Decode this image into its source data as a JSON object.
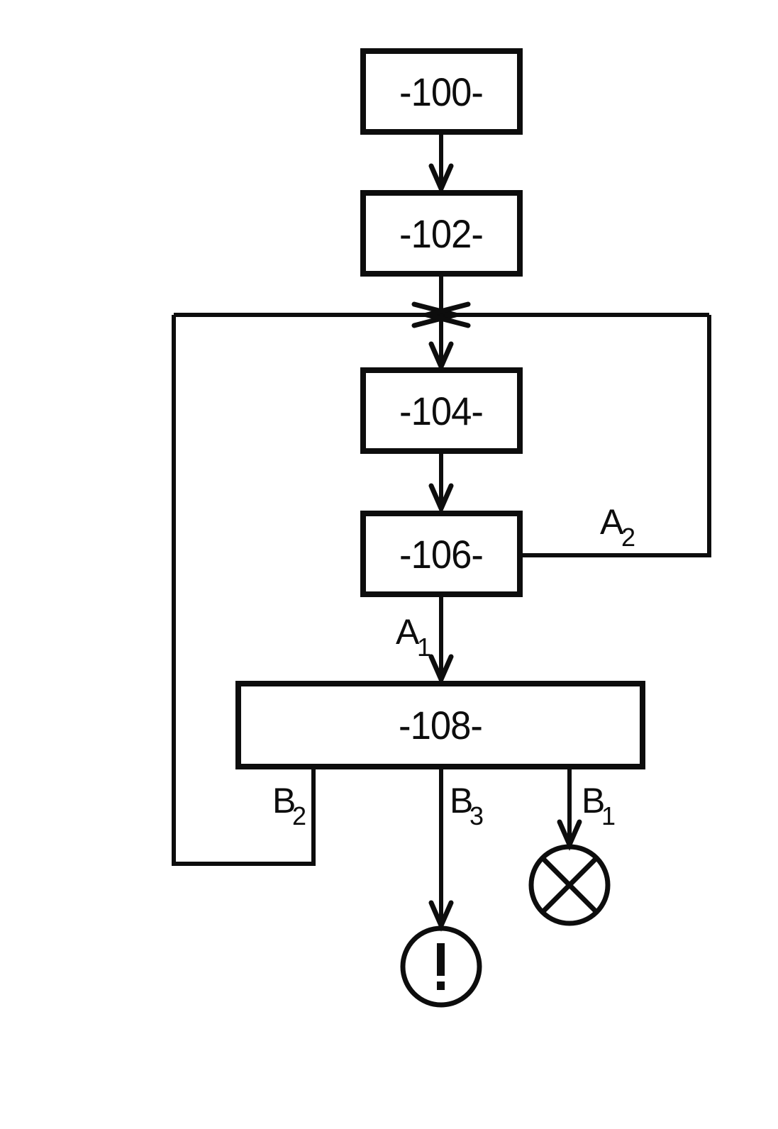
{
  "figure": {
    "background": "#ffffff",
    "ink": "#0d0d0d",
    "nodes": [
      {
        "id": "100",
        "label": "-100-"
      },
      {
        "id": "102",
        "label": "-102-"
      },
      {
        "id": "104",
        "label": "-104-"
      },
      {
        "id": "106",
        "label": "-106-"
      },
      {
        "id": "108",
        "label": "-108-"
      }
    ],
    "edge_labels": {
      "a1": {
        "base": "A",
        "sub": "1"
      },
      "a2": {
        "base": "A",
        "sub": "2"
      },
      "b1": {
        "base": "B",
        "sub": "1"
      },
      "b2": {
        "base": "B",
        "sub": "2"
      },
      "b3": {
        "base": "B",
        "sub": "3"
      }
    },
    "terminals": {
      "lamp": {
        "icon": "crossed-circle-icon"
      },
      "alert": {
        "icon": "exclamation-circle-icon",
        "symbol": "!"
      }
    }
  }
}
